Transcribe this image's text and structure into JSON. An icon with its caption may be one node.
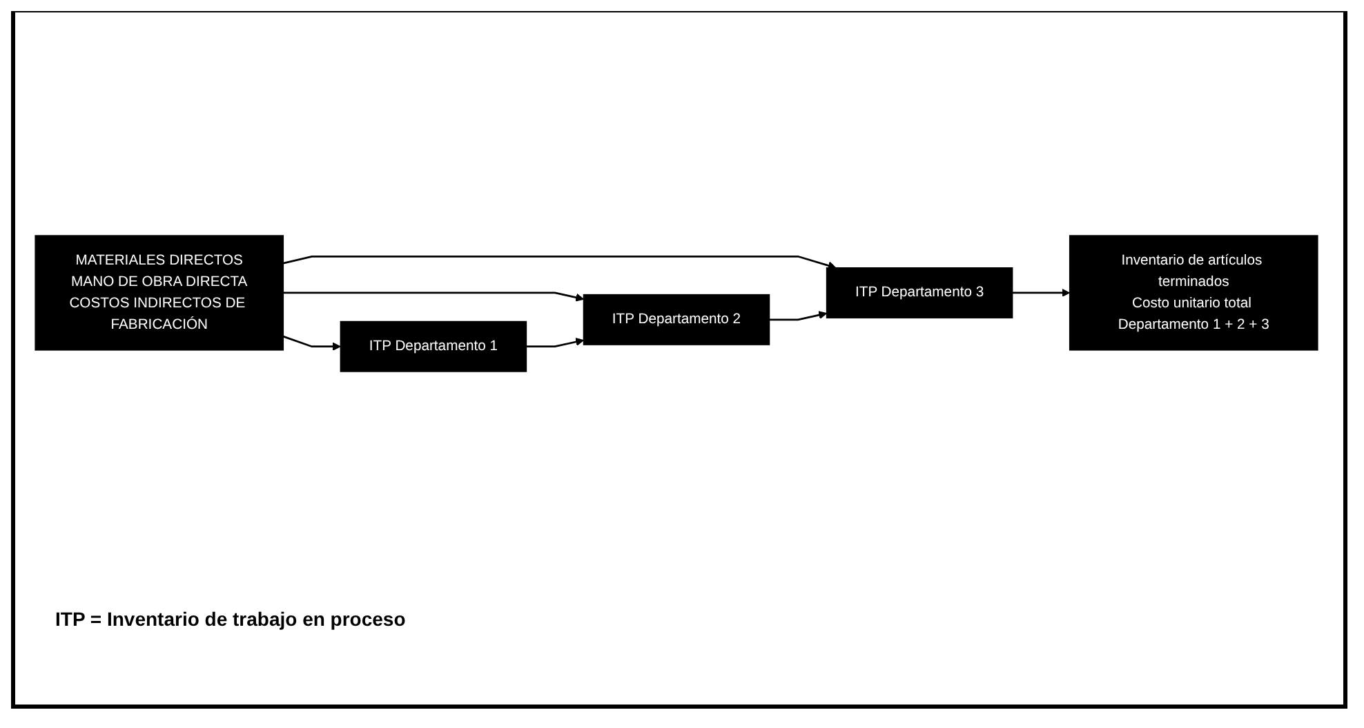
{
  "diagram": {
    "nodes": [
      {
        "text": [
          "MATERIALES DIRECTOS",
          "MANO DE OBRA DIRECTA",
          "COSTOS INDIRECTOS DE FABRICACIÓN"
        ]
      },
      {
        "text": [
          "ITP Departamento 1"
        ]
      },
      {
        "text": [
          "ITP Departamento 2"
        ]
      },
      {
        "text": [
          "ITP Departamento 3"
        ]
      },
      {
        "text": [
          "Inventario de artículos terminados",
          "Costo unitario total Departamento 1 + 2 + 3"
        ]
      }
    ],
    "edges": [
      {
        "from": 0,
        "to": 1,
        "arrow": "to"
      },
      {
        "from": 0,
        "to": 2,
        "arrow": "to"
      },
      {
        "from": 0,
        "to": 3,
        "arrow": "to"
      },
      {
        "from": 1,
        "to": 2,
        "arrow": "to"
      },
      {
        "from": 2,
        "to": 3,
        "arrow": "to"
      },
      {
        "from": 3,
        "to": 4,
        "arrow": "to"
      }
    ],
    "labels": [
      "ITP = Inventario de trabajo en proceso"
    ]
  }
}
